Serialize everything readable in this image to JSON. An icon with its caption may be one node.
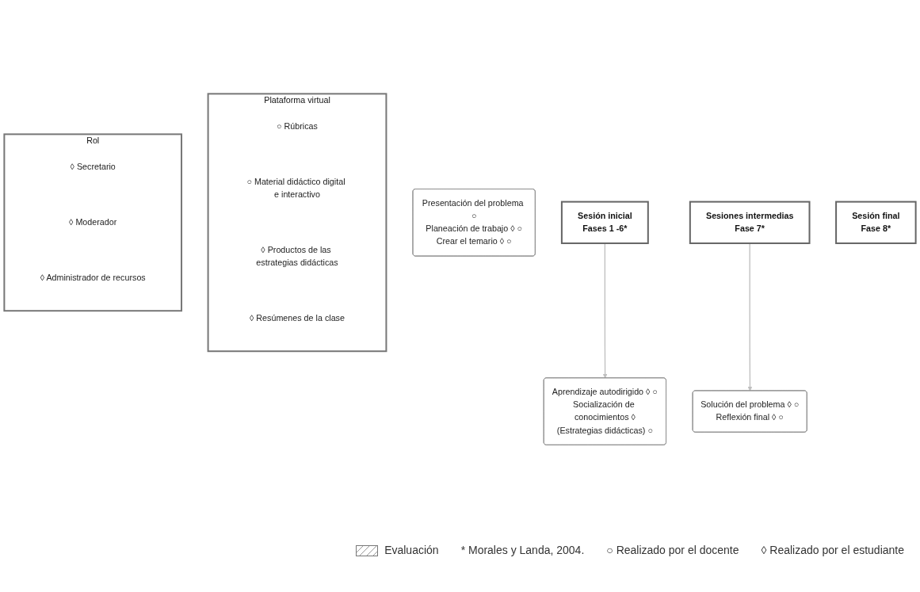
{
  "diagram": {
    "nodes": [
      {
        "text": [
          "Plataforma virtual"
        ]
      },
      {
        "text": [
          "○ Rúbricas"
        ],
        "in": 0
      },
      {
        "text": [
          "○ Material didáctico digital e interactivo"
        ],
        "in": 0
      },
      {
        "text": [
          "◊ Productos de las estrategias didácticas"
        ],
        "in": 0
      },
      {
        "text": [
          "◊ Resúmenes de la clase"
        ],
        "in": 0
      },
      {
        "text": [
          "Presentación del problema ○",
          "Planeación de trabajo ◊ ○",
          "Crear el temario ◊ ○"
        ]
      },
      {
        "text": [
          "Sesión inicial",
          "Fases 1 -6*"
        ]
      },
      {
        "text": [
          "Aprendizaje autodirigido ◊ ○",
          "Socialización de conocimientos ◊",
          "(Estrategias didácticas) ○"
        ]
      },
      {
        "text": [
          "Sesiones intermedias",
          "Fase 7*"
        ]
      },
      {
        "text": [
          "Solución del problema ◊ ○",
          "Reflexión final ◊ ○"
        ]
      },
      {
        "text": [
          "Sesión final",
          "Fase 8*"
        ]
      },
      {
        "text": [
          "Rol"
        ]
      },
      {
        "text": [
          "◊ Secretario"
        ],
        "in": 11
      },
      {
        "text": [
          "◊ Moderador"
        ],
        "in": 11
      },
      {
        "text": [
          "◊ Administrador de recursos"
        ],
        "in": 11
      }
    ],
    "edges": [
      {
        "from": 6,
        "to": 7,
        "arrow": "to"
      },
      {
        "from": 8,
        "to": 9,
        "arrow": "to"
      }
    ],
    "labels": [
      "* Morales y Landa, 2004."
    ],
    "legend": [
      {
        "text": "Evaluación"
      },
      {
        "text": "○ Realizado por el docente"
      },
      {
        "text": "◊ Realizado por el estudiante"
      }
    ]
  }
}
